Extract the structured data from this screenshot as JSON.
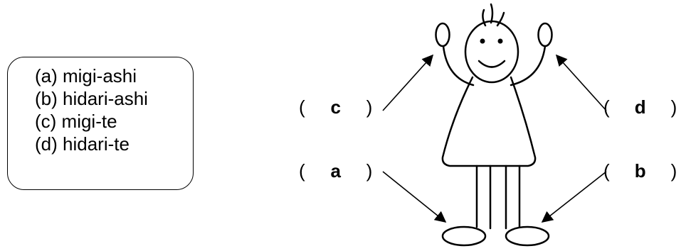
{
  "legend": {
    "items": [
      {
        "key": "a",
        "text": "(a) migi-ashi"
      },
      {
        "key": "b",
        "text": "(b) hidari-ashi"
      },
      {
        "key": "c",
        "text": "(c) migi-te"
      },
      {
        "key": "d",
        "text": "(d) hidari-te"
      }
    ]
  },
  "labels": {
    "open_paren": "(",
    "close_paren": ")",
    "top_left": "c",
    "top_right": "d",
    "bottom_left": "a",
    "bottom_right": "b"
  }
}
